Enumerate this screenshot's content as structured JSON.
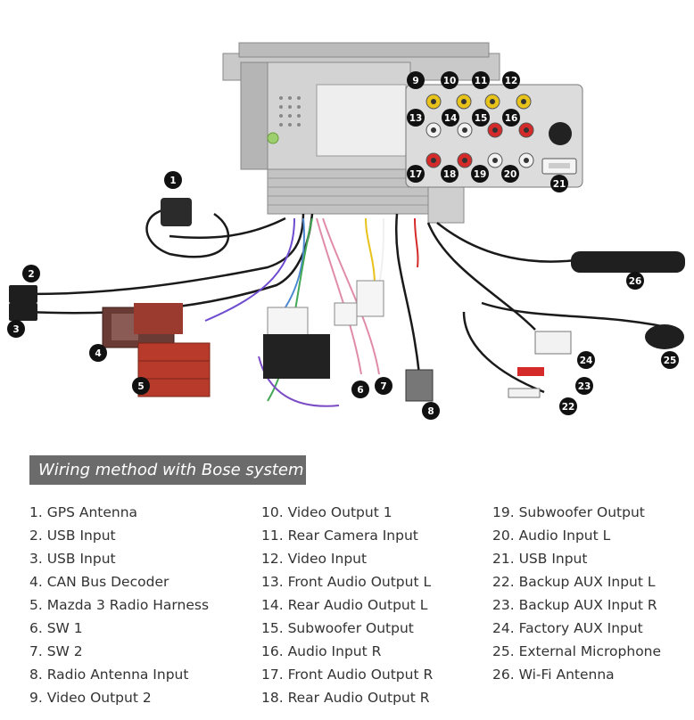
{
  "banner": "Wiring method with Bose system",
  "callouts": [
    "1",
    "2",
    "3",
    "4",
    "5",
    "6",
    "7",
    "8",
    "9",
    "10",
    "11",
    "12",
    "13",
    "14",
    "15",
    "16",
    "17",
    "18",
    "19",
    "20",
    "21",
    "22",
    "23",
    "24",
    "25",
    "26"
  ],
  "legend": [
    [
      "1. GPS Antenna",
      "2. USB Input",
      "3. USB Input",
      "4. CAN Bus Decoder",
      "5. Mazda 3 Radio Harness",
      "6. SW 1",
      "7. SW 2",
      "8. Radio Antenna Input",
      "9. Video Output 2"
    ],
    [
      "10. Video Output 1",
      "11. Rear Camera Input",
      "12. Video Input",
      "13. Front Audio Output L",
      "14. Rear Audio Output L",
      "15. Subwoofer Output",
      "16. Audio Input R",
      "17. Front Audio Output R",
      "18. Rear Audio Output R"
    ],
    [
      "19. Subwoofer Output",
      "20. Audio Input L",
      "21. USB Input",
      "22. Backup AUX Input L",
      "23. Backup AUX Input R",
      "24. Factory AUX Input",
      "25. External Microphone",
      "26. Wi-Fi Antenna"
    ]
  ],
  "colors": {
    "connector_yellow": "#e7c21a",
    "connector_red": "#d42a2a",
    "connector_white": "#f2f2f2",
    "harness_red": "#b83a2a",
    "badge": "#111111",
    "banner_bg": "#6b6b6b"
  }
}
